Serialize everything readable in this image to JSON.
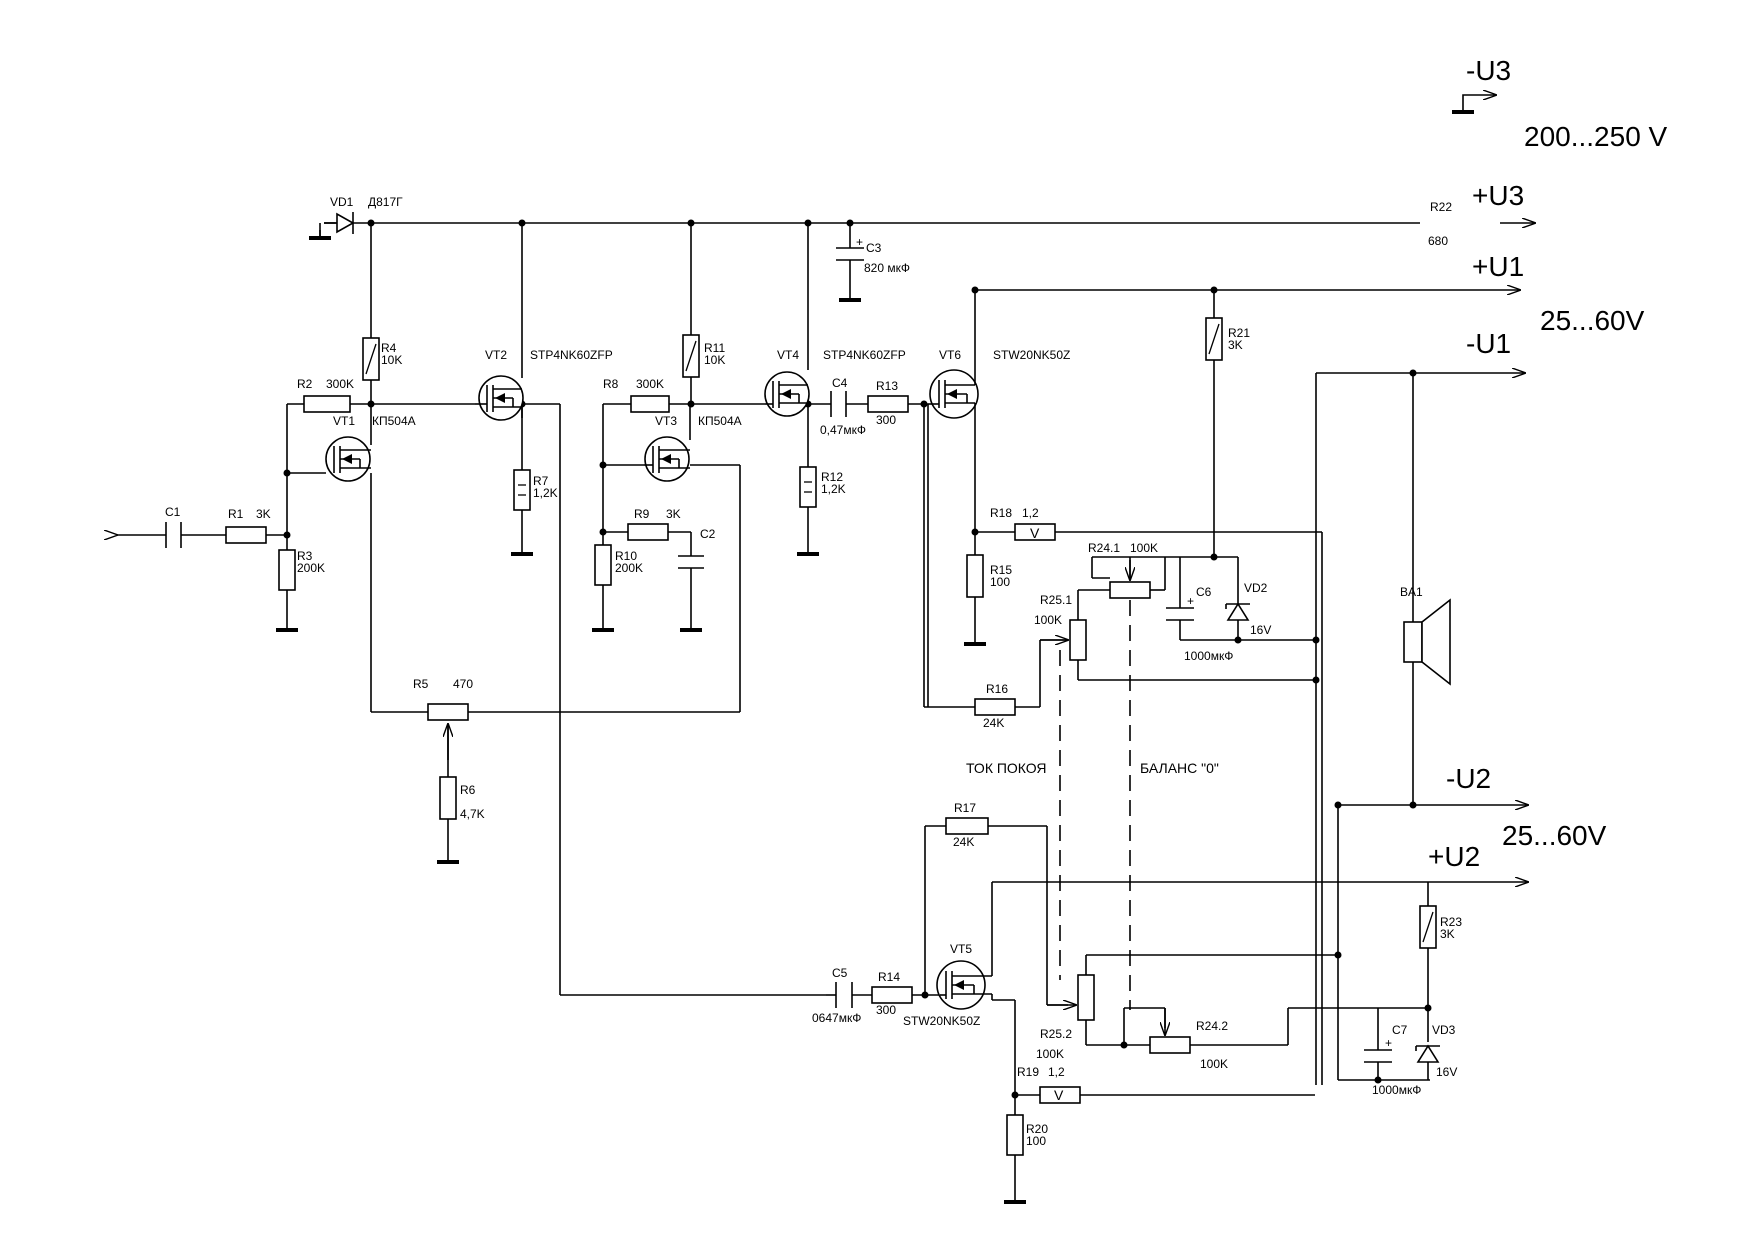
{
  "rails": {
    "minus_u3": "-U3",
    "u3_range": "200...250 V",
    "plus_u3": "+U3",
    "plus_u1": "+U1",
    "u1_range": "25...60V",
    "minus_u1": "-U1",
    "minus_u2": "-U2",
    "u2_range": "25...60V",
    "plus_u2": "+U2"
  },
  "components": {
    "vd1": {
      "ref": "VD1",
      "value": "Д817Г"
    },
    "c1": {
      "ref": "C1"
    },
    "r1": {
      "ref": "R1",
      "value": "3K"
    },
    "r2": {
      "ref": "R2",
      "value": "300K"
    },
    "r3": {
      "ref": "R3",
      "value": "200K"
    },
    "r4": {
      "ref": "R4",
      "value": "10K"
    },
    "r5": {
      "ref": "R5",
      "value": "470"
    },
    "r6": {
      "ref": "R6",
      "value": "4,7K"
    },
    "r7": {
      "ref": "R7",
      "value": "1,2K"
    },
    "r8": {
      "ref": "R8",
      "value": "300K"
    },
    "r9": {
      "ref": "R9",
      "value": "3K"
    },
    "r10": {
      "ref": "R10",
      "value": "200K"
    },
    "r11": {
      "ref": "R11",
      "value": "10K"
    },
    "r12": {
      "ref": "R12",
      "value": "1,2K"
    },
    "r13": {
      "ref": "R13",
      "value": "300"
    },
    "r14": {
      "ref": "R14",
      "value": "300"
    },
    "r15": {
      "ref": "R15",
      "value": "100"
    },
    "r16": {
      "ref": "R16",
      "value": "24K"
    },
    "r17": {
      "ref": "R17",
      "value": "24K"
    },
    "r18": {
      "ref": "R18",
      "value": "1,2"
    },
    "r19": {
      "ref": "R19",
      "value": "1,2"
    },
    "r20": {
      "ref": "R20",
      "value": "100"
    },
    "r21": {
      "ref": "R21",
      "value": "3K"
    },
    "r22": {
      "ref": "R22",
      "value": "680"
    },
    "r23": {
      "ref": "R23",
      "value": "3K"
    },
    "r24_1": {
      "ref": "R24.1",
      "value": "100K"
    },
    "r24_2": {
      "ref": "R24.2",
      "value": "100K"
    },
    "r25_1": {
      "ref": "R25.1",
      "value": "100K"
    },
    "r25_2": {
      "ref": "R25.2",
      "value": "100K"
    },
    "c2": {
      "ref": "C2"
    },
    "c3": {
      "ref": "C3",
      "value": "820 мкФ"
    },
    "c4": {
      "ref": "C4",
      "value": "0,47мкФ"
    },
    "c5": {
      "ref": "C5",
      "value": "0647мкФ"
    },
    "c6": {
      "ref": "C6",
      "value": "1000мкФ"
    },
    "c7": {
      "ref": "C7",
      "value": "1000мкФ"
    },
    "vd2": {
      "ref": "VD2",
      "value": "16V"
    },
    "vd3": {
      "ref": "VD3",
      "value": "16V"
    },
    "vt1": {
      "ref": "VT1",
      "value": "КП504А"
    },
    "vt2": {
      "ref": "VT2",
      "value": "STP4NK60ZFP"
    },
    "vt3": {
      "ref": "VT3",
      "value": "КП504А"
    },
    "vt4": {
      "ref": "VT4",
      "value": "STP4NK60ZFP"
    },
    "vt5": {
      "ref": "VT5",
      "value": "STW20NK50Z"
    },
    "vt6": {
      "ref": "VT6",
      "value": "STW20NK50Z"
    },
    "ba1": {
      "ref": "BA1"
    },
    "r18_v": "V",
    "r19_v": "V"
  },
  "annotations": {
    "quiescent": "ТОК ПОКОЯ",
    "balance": "БАЛАНС \"0\""
  }
}
